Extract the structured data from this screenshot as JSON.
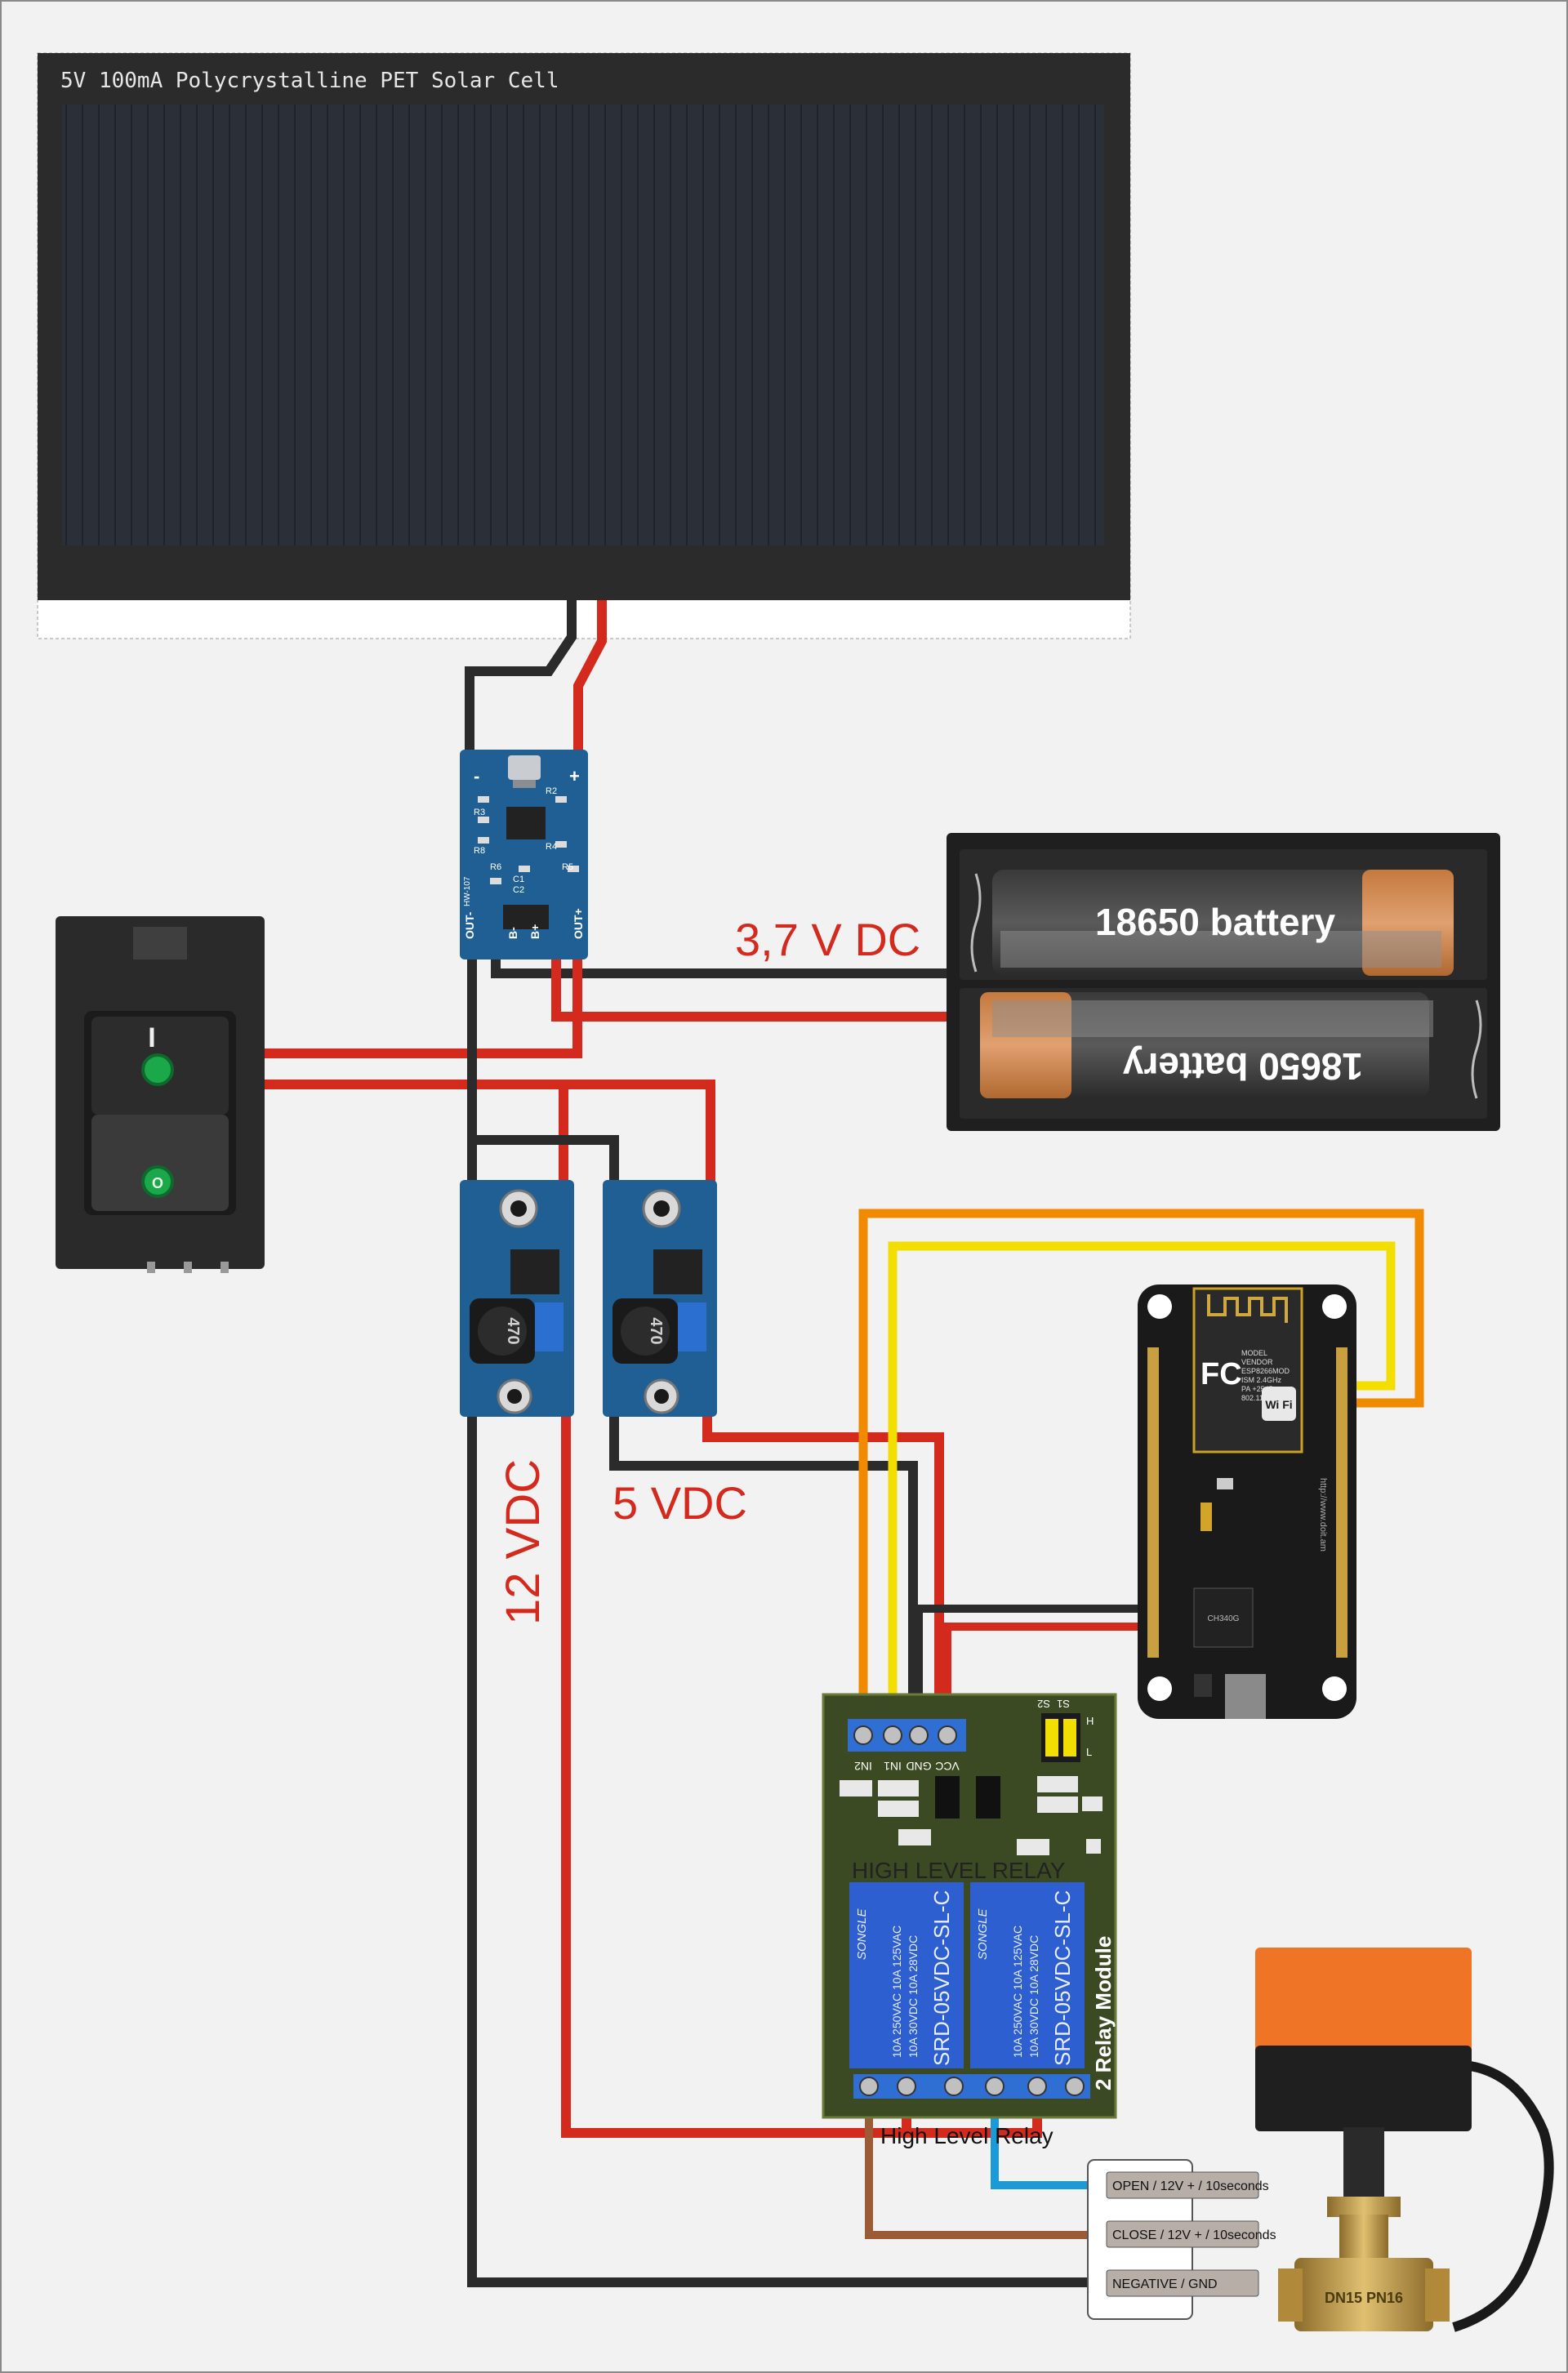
{
  "solar_panel": {
    "label": "5V 100mA Polycrystalline PET Solar Cell"
  },
  "charger_module": {
    "pins_top": [
      "-",
      "+"
    ],
    "pins_bottom": [
      "OUT-",
      "B-",
      "B+",
      "OUT+"
    ],
    "components": [
      "R3",
      "R8",
      "R6",
      "C1",
      "C2",
      "R2",
      "R4",
      "R5",
      "HW-107"
    ]
  },
  "battery_holder": {
    "cell1": "18650 battery",
    "cell2": "18650 battery"
  },
  "voltage_labels": {
    "battery": "3,7 V DC",
    "buck12": "12 VDC",
    "buck5": "5 VDC"
  },
  "switch": {
    "on_symbol": "I",
    "off_symbol": "O"
  },
  "buck_converter": {
    "inductor_label": "470"
  },
  "nodemcu": {
    "module_text": [
      "MODEL",
      "VENDOR",
      "ESP8266MOD",
      "ISM 2.4GHz",
      "PA +25dBm",
      "802.11b/g/n"
    ],
    "wifi_text": "Wi Fi",
    "fcc_text": "FC",
    "usb_chip": "CH340G",
    "url": "http://www.doit.am"
  },
  "relay_module": {
    "input_pins": [
      "IN2",
      "IN1",
      "GND",
      "VCC"
    ],
    "jumpers": [
      "S2",
      "S1"
    ],
    "jumper_marks": [
      "H",
      "L"
    ],
    "board_title": "HIGH LEVEL RELAY",
    "side_title": "2 Relay Module",
    "relay_brand": "SONGLE",
    "relay_model": "SRD-05VDC-SL-C",
    "relay_rating1": "10A 250VAC  10A 125VAC",
    "relay_rating2": "10A  30VDC  10A  28VDC",
    "caption": "High Level Relay"
  },
  "valve_terminals": {
    "open": "OPEN / 12V + / 10seconds",
    "close": "CLOSE / 12V + / 10seconds",
    "ground": "NEGATIVE / GND"
  },
  "valve": {
    "body_text": "DN15 PN16"
  },
  "colors": {
    "wire_red": "#d42a1e",
    "wire_black": "#2b2b2b",
    "wire_orange": "#f08a00",
    "wire_yellow": "#f2de00",
    "wire_blue": "#1a9ad6",
    "wire_brown": "#9c5a35",
    "pcb_blue": "#1f5f93",
    "relay_board": "#3c4a23",
    "label_red": "#d42a1e"
  }
}
